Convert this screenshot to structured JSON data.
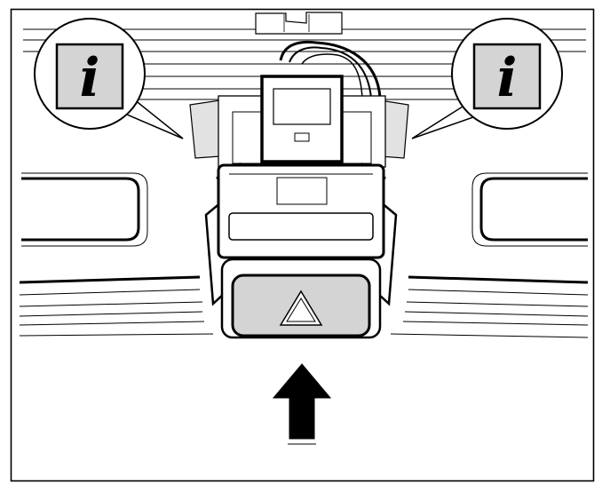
{
  "figure": {
    "frame": "border",
    "line_color": "#000000",
    "fill_light": "#ffffff",
    "fill_gray": "#d4d4d4",
    "callouts": [
      {
        "icon": "info-icon",
        "glyph": "i"
      },
      {
        "icon": "info-icon",
        "glyph": "i"
      }
    ],
    "switch_symbol": "hazard-triangle-icon",
    "direction_arrow": "arrow-up-icon"
  }
}
